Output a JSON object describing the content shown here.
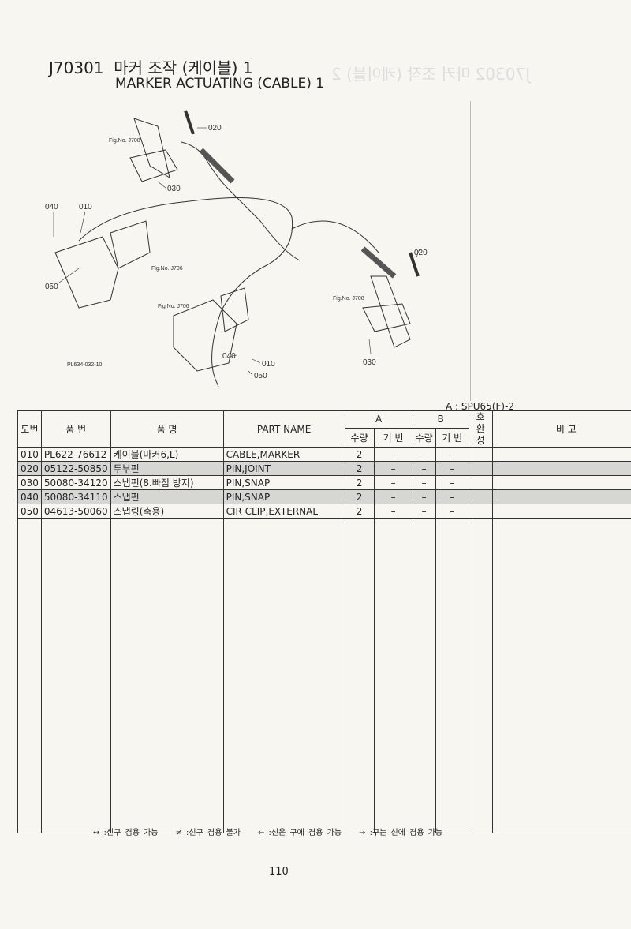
{
  "header": {
    "code": "J70301",
    "title_ko": "마커 조작 (케이블) 1",
    "title_en": "MARKER ACTUATING (CABLE) 1"
  },
  "diagram": {
    "callouts": [
      "020",
      "030",
      "040",
      "010",
      "050",
      "020",
      "040",
      "010",
      "050",
      "030"
    ],
    "fig_refs": [
      "Fig.No. J708",
      "Fig.No. J706",
      "Fig.No. J706",
      "Fig.No. J708"
    ],
    "drawing_id": "PL634-032-10"
  },
  "model_note": "A : SPU65(F)-2",
  "table": {
    "headers": {
      "ref": "도번",
      "part_no": "품 번",
      "name_ko": "품 명",
      "part_name": "PART NAME",
      "a": "A",
      "b": "B",
      "qty": "수량",
      "serial": "기 번",
      "compat": "호 환 성",
      "remarks": "비 고"
    },
    "rows": [
      {
        "ref": "010",
        "part_no": "PL622-76612",
        "name_ko": "케이블(마커6,L)",
        "part_name": "CABLE,MARKER",
        "a_qty": "2",
        "a_serial": "–",
        "b_qty": "–",
        "b_serial": "–",
        "shaded": false
      },
      {
        "ref": "020",
        "part_no": "05122-50850",
        "name_ko": "두부핀",
        "part_name": "PIN,JOINT",
        "a_qty": "2",
        "a_serial": "–",
        "b_qty": "–",
        "b_serial": "–",
        "shaded": true
      },
      {
        "ref": "030",
        "part_no": "50080-34120",
        "name_ko": "스냅핀(8.빠짐 방지)",
        "part_name": "PIN,SNAP",
        "a_qty": "2",
        "a_serial": "–",
        "b_qty": "–",
        "b_serial": "–",
        "shaded": false
      },
      {
        "ref": "040",
        "part_no": "50080-34110",
        "name_ko": "스냅핀",
        "part_name": "PIN,SNAP",
        "a_qty": "2",
        "a_serial": "–",
        "b_qty": "–",
        "b_serial": "–",
        "shaded": true
      },
      {
        "ref": "050",
        "part_no": "04613-50060",
        "name_ko": "스냅링(축용)",
        "part_name": "CIR CLIP,EXTERNAL",
        "a_qty": "2",
        "a_serial": "–",
        "b_qty": "–",
        "b_serial": "–",
        "shaded": false
      }
    ]
  },
  "legend": [
    "↔ :신구 겸용 가능",
    "≠ :신구 겸용 불가",
    "← :신은 구에 겸용 가능",
    "→ :구는 신에 겸용 가능"
  ],
  "page_number": "110"
}
